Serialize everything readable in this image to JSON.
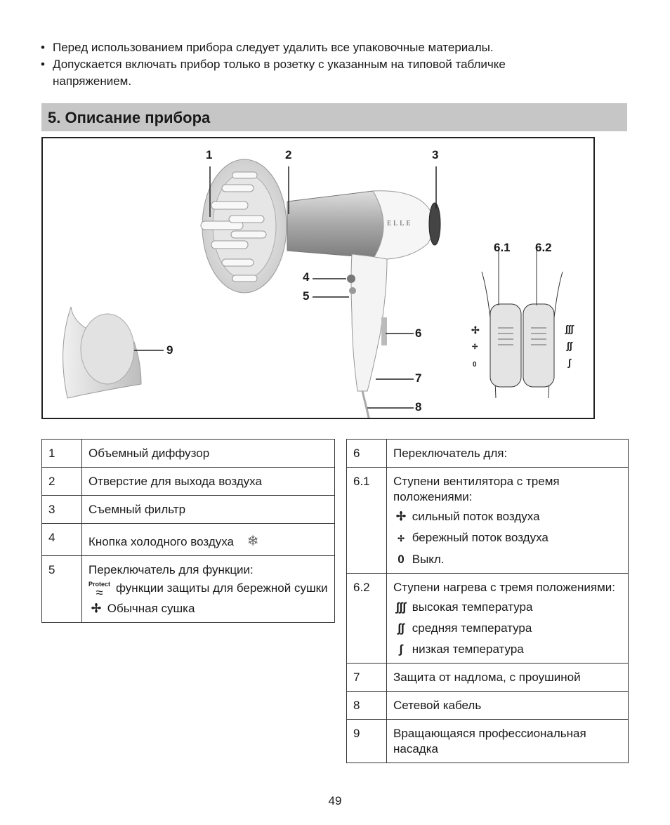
{
  "bullets": [
    "Перед использованием прибора следует удалить все упаковочные материалы.",
    "Допускается включать прибор только в розетку с указанным на типовой табличке",
    "напряжением."
  ],
  "section_title": "5. Описание прибора",
  "figure": {
    "callouts": [
      "1",
      "2",
      "3",
      "4",
      "5",
      "6",
      "7",
      "8",
      "9",
      "6.1",
      "6.2"
    ],
    "brand": "ELLE"
  },
  "left_table": [
    {
      "num": "1",
      "text": "Объемный диффузор"
    },
    {
      "num": "2",
      "text": "Отверстие для выхода воздуха"
    },
    {
      "num": "3",
      "text": "Съемный фильтр"
    },
    {
      "num": "4",
      "text": "Кнопка холодного воздуха"
    },
    {
      "num": "5",
      "text": "Переключатель для функции:",
      "protect_label": "Protect",
      "protect_text": "функции защиты для бережной сушки",
      "normal_text": "Обычная сушка"
    }
  ],
  "right_table": [
    {
      "num": "6",
      "text": "Переключатель для:"
    },
    {
      "num": "6.1",
      "text": "Ступени вентилятора с тремя положениями:",
      "items": [
        {
          "icon": "fan-strong-icon",
          "symbol": "✢",
          "text": "сильный поток воздуха"
        },
        {
          "icon": "fan-gentle-icon",
          "symbol": "✢",
          "text": "бережный поток воздуха"
        },
        {
          "icon": "off-icon",
          "symbol": "0",
          "text": "Выкл."
        }
      ]
    },
    {
      "num": "6.2",
      "text": "Ступени нагрева с тремя положениями:",
      "items": [
        {
          "icon": "heat-high-icon",
          "symbol": "∫∫∫",
          "text": "высокая температура"
        },
        {
          "icon": "heat-medium-icon",
          "symbol": "∫∫",
          "text": "средняя температура"
        },
        {
          "icon": "heat-low-icon",
          "symbol": "∫",
          "text": "низкая температура"
        }
      ]
    },
    {
      "num": "7",
      "text": "Защита от надлома, с проушиной"
    },
    {
      "num": "8",
      "text": "Сетевой кабель"
    },
    {
      "num": "9",
      "text": "Вращающаяся профессиональная насадка"
    }
  ],
  "page_number": "49"
}
